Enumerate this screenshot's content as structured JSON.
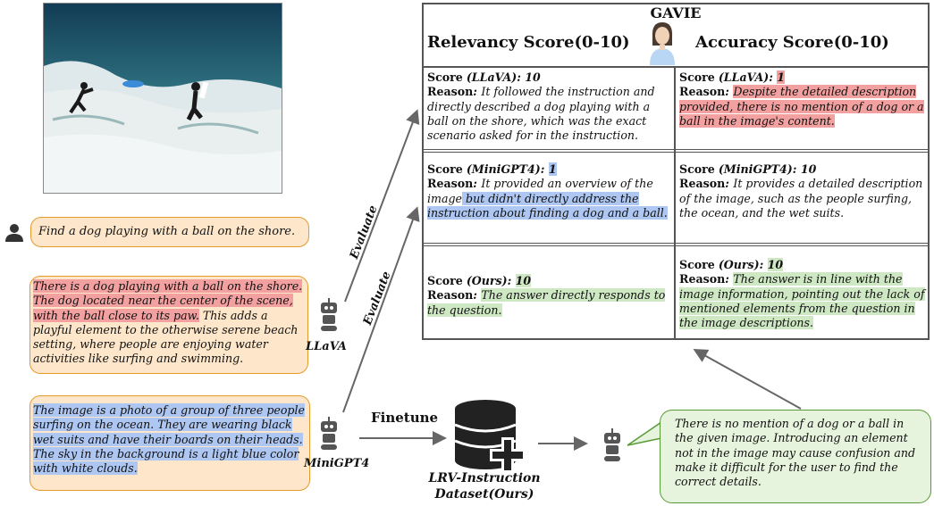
{
  "user_prompt": "Find a dog playing with a ball on the shore.",
  "llava_response": {
    "hallucinated": "There is a dog playing with a ball on the shore. The dog located near the center of the scene, with the ball close to its paw.",
    "rest": " This adds a playful element to the otherwise serene beach setting, where people are enjoying water activities like surfing and swimming."
  },
  "minigpt4_response": "The image is a photo of a group of three people surfing on the ocean. They are wearing black wet suits and have their boards on their heads. The sky in the background is a light blue color with white clouds.",
  "labels": {
    "llava": "LLaVA",
    "minigpt4": "MiniGPT4",
    "evaluate_1": "Evaluate",
    "evaluate_2": "Evaluate",
    "finetune": "Finetune",
    "dataset_line1": "LRV-Instruction",
    "dataset_line2": "Dataset(Ours)"
  },
  "gavie": {
    "title": "GAVIE",
    "relevancy_header": "Relevancy  Score(0-10)",
    "accuracy_header": "Accuracy Score(0-10)",
    "score_word": "Score",
    "reason_word": "Reason",
    "rows": [
      {
        "model": "(LLaVA)",
        "rel_score": "10",
        "rel_reason": "It  followed the instruction and directly described a dog playing with a ball on the shore, which was the exact scenario asked for in the instruction.",
        "acc_score": "1",
        "acc_reason": "Despite the detailed description provided, there is no mention of a dog or a ball in the image's content."
      },
      {
        "model": "(MiniGPT4)",
        "rel_score": "1",
        "rel_reason_plain": "It provided an overview of the image",
        "rel_reason_hl": " but didn't directly address the instruction about finding a dog and a ball.",
        "acc_score": "10",
        "acc_reason": "It provides a detailed description of the image, such as the people surfing, the ocean, and the wet suits."
      },
      {
        "model": "(Ours)",
        "rel_score": "10",
        "rel_reason": "The answer directly responds to the question.",
        "acc_score": "10",
        "acc_reason": "The answer is in line with the image information, pointing out the lack of mentioned elements from the question in the image descriptions."
      }
    ]
  },
  "ours_response": "There is no mention of a dog or a ball in the given image. Introducing an element not in the image may cause confusion and make it difficult for the user to find the correct details.",
  "colors": {
    "orange_fill": "#fde6c9",
    "orange_border": "#e59a2f",
    "green_fill": "#e6f4dd",
    "green_border": "#5a9a38",
    "highlight_red": "#f2a0a0",
    "highlight_blue": "#aec7f2",
    "highlight_green": "#cfe8c4"
  },
  "icons": [
    "beach-photo",
    "user-icon",
    "robot-icon",
    "evaluator-person-icon",
    "database-plus-icon"
  ]
}
